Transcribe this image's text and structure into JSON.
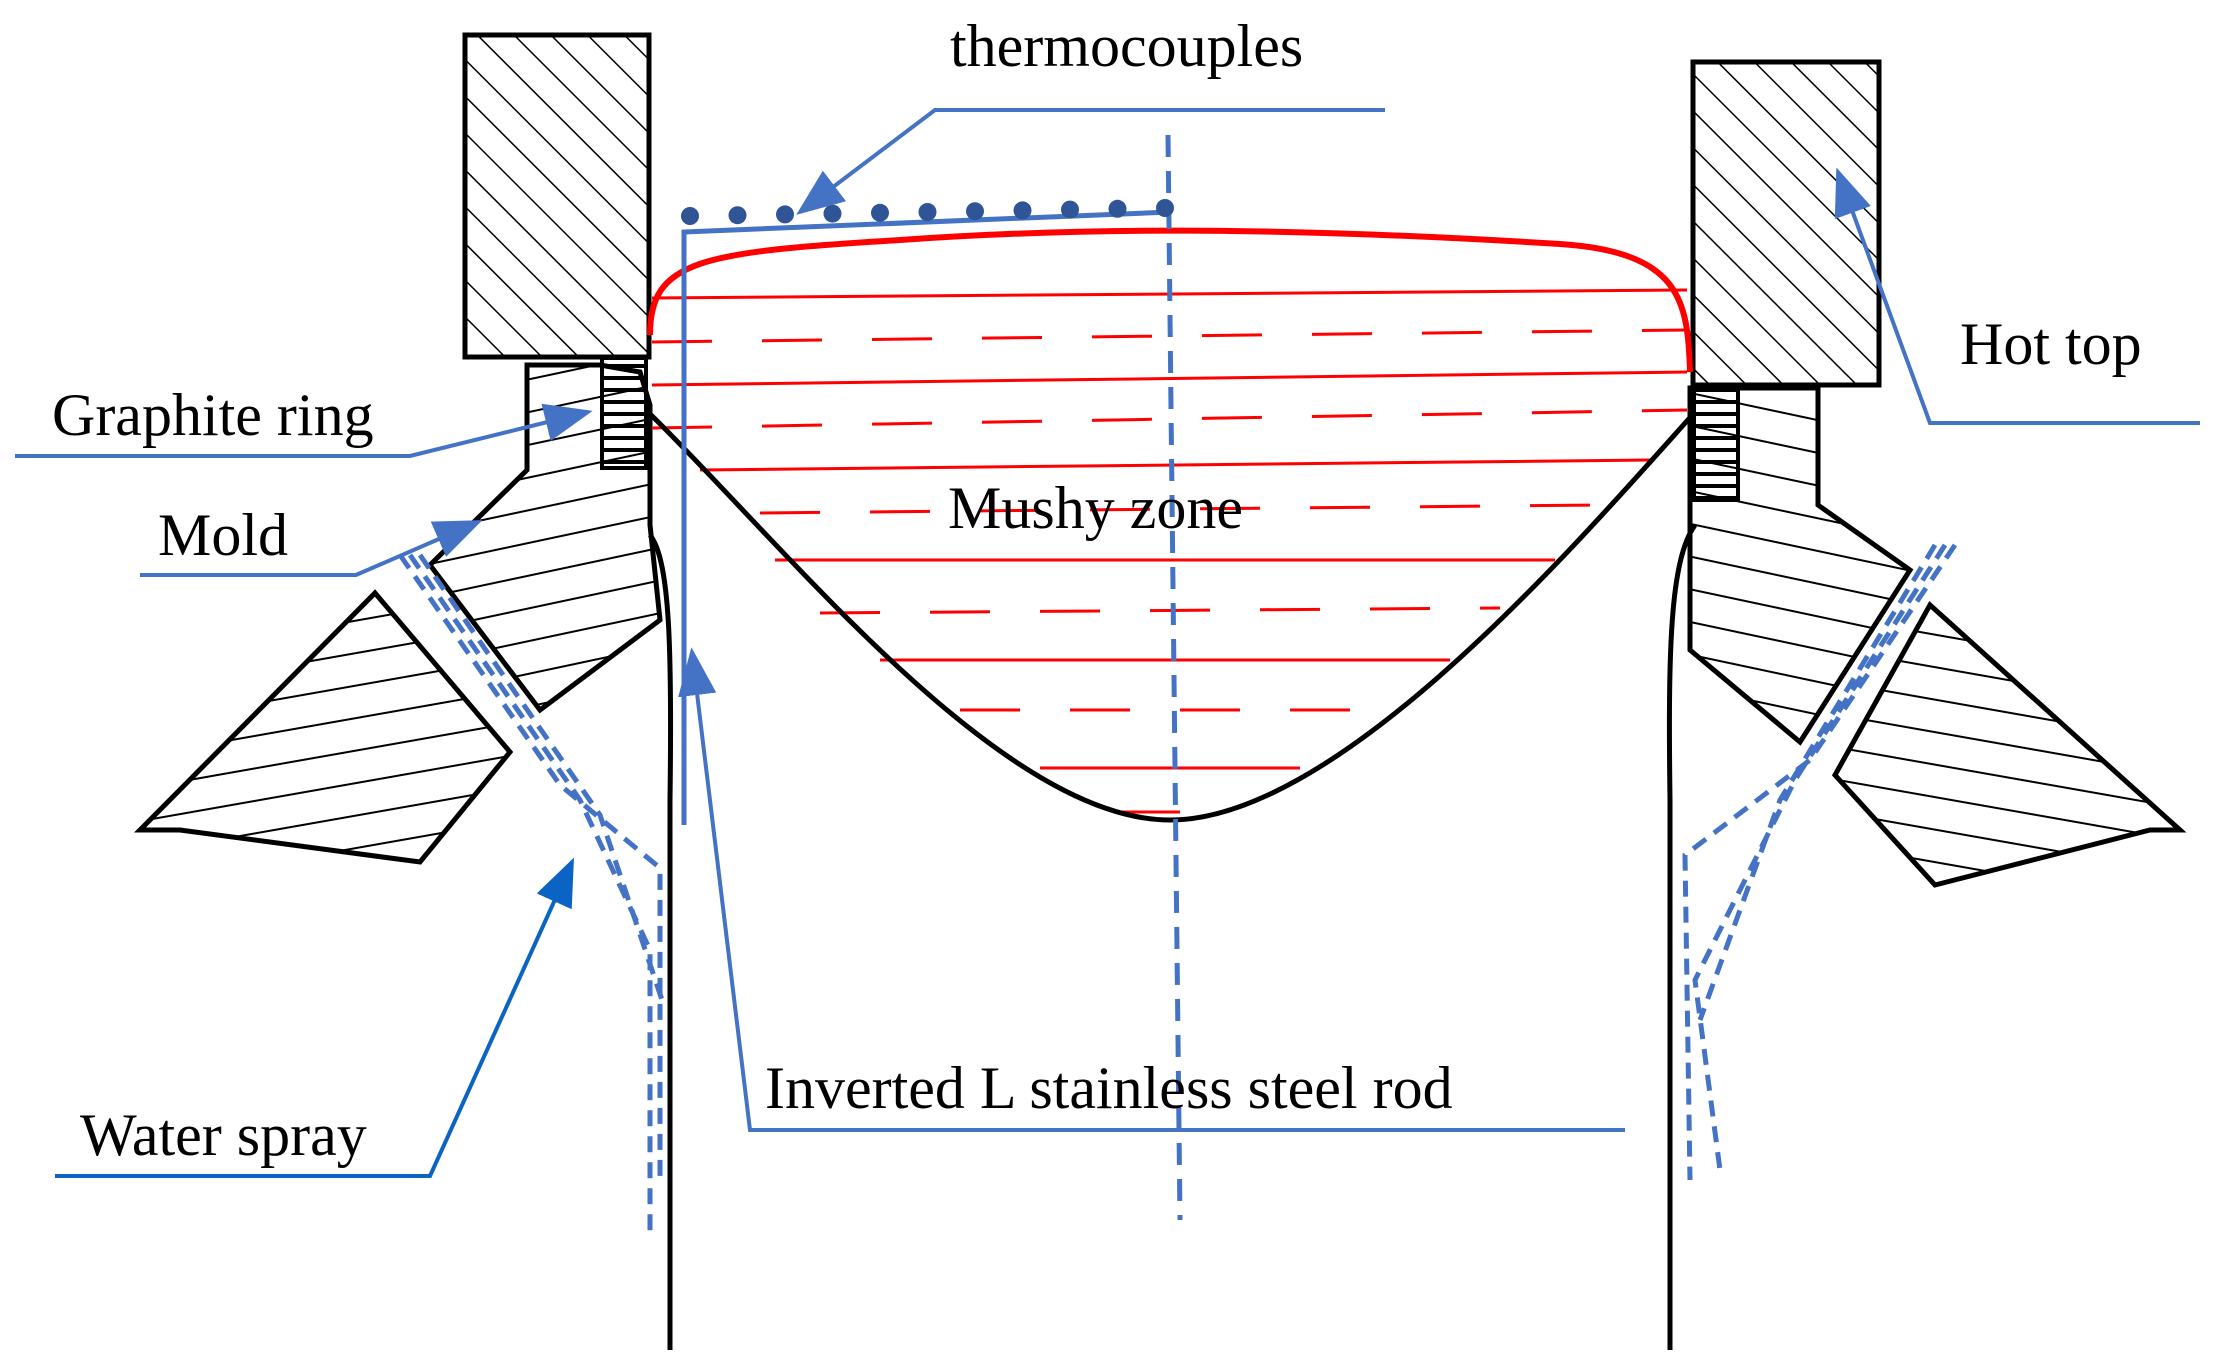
{
  "labels": {
    "thermocouples": "thermocouples",
    "hot_top": "Hot top",
    "graphite_ring": "Graphite ring",
    "mold": "Mold",
    "mushy_zone": "Mushy zone",
    "water_spray": "Water spray",
    "rod": "Inverted L stainless steel rod"
  },
  "colors": {
    "outline": "#000000",
    "leader": "#4472c4",
    "thermocouple_dot": "#2f5597",
    "mushy_zone": "#ff0000",
    "centerline": "#4472c4"
  },
  "thermocouple_count": 11
}
